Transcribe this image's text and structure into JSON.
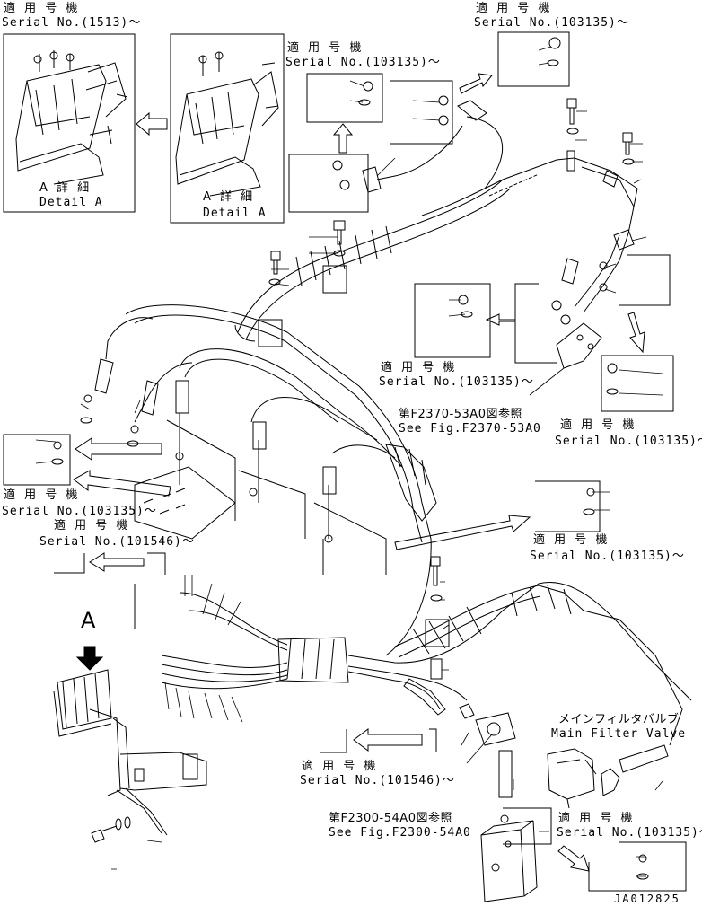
{
  "labels": {
    "applicable_jp": "適 用 号 機",
    "serial_1513": "Serial No.(1513)～",
    "serial_103135": "Serial No.(103135)～",
    "serial_101546": "Serial No.(101546)～",
    "serial_101546_b": "Serial No.(101546)～",
    "detail_a_jp": "A 詳 細",
    "detail_a_en": "Detail A",
    "ref_f2370_jp": "第F2370-53A0図参照",
    "ref_f2370_en": "See Fig.F2370-53A0",
    "ref_f2300_jp": "第F2300-54A0図参照",
    "ref_f2300_en": "See Fig.F2300-54A0",
    "main_filter_jp": "メインフィルタバルブ",
    "main_filter_en": "Main Filter Valve",
    "view_a": "A",
    "drawing_no": "JA012825"
  }
}
